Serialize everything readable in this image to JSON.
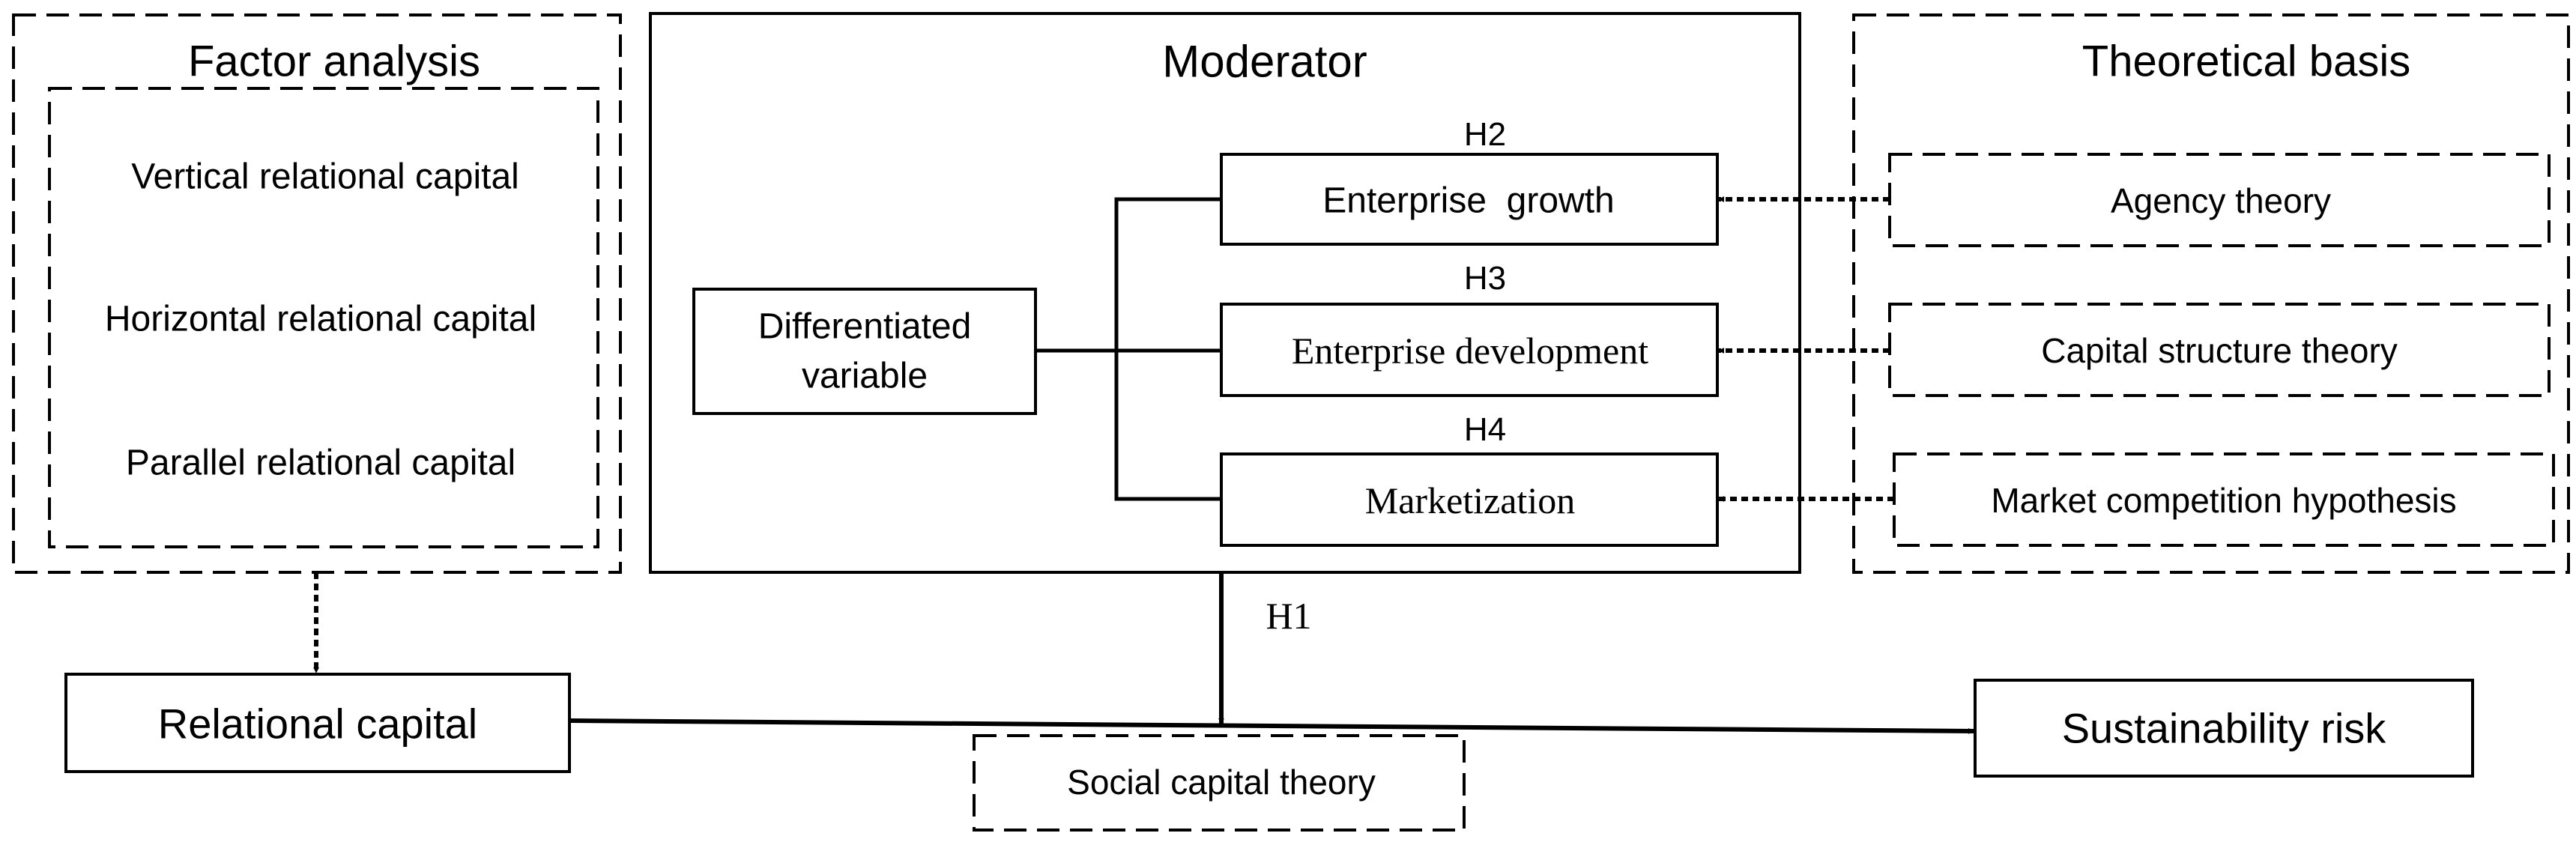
{
  "colors": {
    "ink": "#000000",
    "background": "#ffffff"
  },
  "factor_analysis": {
    "title": "Factor analysis",
    "items": [
      "Vertical relational capital",
      "Horizontal relational capital",
      "Parallel relational capital"
    ]
  },
  "moderator": {
    "title": "Moderator",
    "differentiated_variable": [
      "Differentiated",
      "variable"
    ],
    "branches": [
      {
        "hypothesis": "H2",
        "label": "Enterprise  growth"
      },
      {
        "hypothesis": "H3",
        "label": "Enterprise development"
      },
      {
        "hypothesis": "H4",
        "label": "Marketization"
      }
    ]
  },
  "theoretical_basis": {
    "title": "Theoretical basis",
    "items": [
      "Agency theory",
      "Capital structure theory",
      "Market competition hypothesis"
    ]
  },
  "main_path": {
    "source": "Relational capital",
    "target": "Sustainability risk",
    "moderation_label": "H1",
    "theory": "Social capital theory"
  }
}
